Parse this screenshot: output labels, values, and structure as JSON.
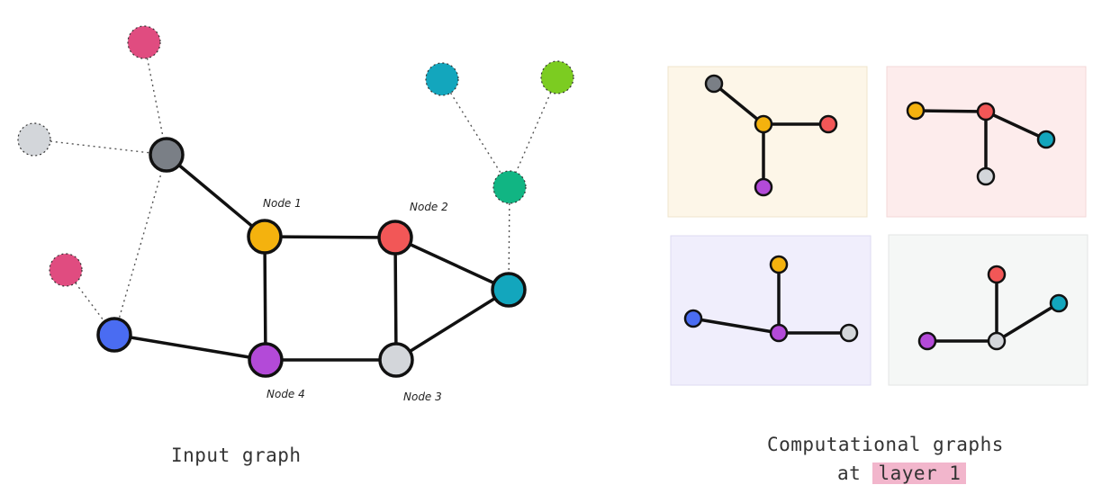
{
  "colors": {
    "orange": "#f4b20e",
    "red": "#f25757",
    "teal": "#13a6bd",
    "grey": "#d3d6da",
    "purple": "#b34ad8",
    "blue": "#4a6cf2",
    "dark_grey": "#7a7f86",
    "pink": "#e04c80",
    "green": "#11b583",
    "lime": "#7ccc21",
    "bg_orange": "#fdf6e8",
    "bg_red": "#fdecec",
    "bg_purple": "#f0eefc",
    "bg_grey": "#f5f7f6"
  },
  "input_graph": {
    "node_labels": {
      "node1": "Node 1",
      "node2": "Node 2",
      "node3": "Node 3",
      "node4": "Node 4"
    },
    "caption": "Input graph"
  },
  "computational": {
    "caption_line1": "Computational graphs",
    "caption_prefix": "at",
    "caption_highlight": "layer 1"
  }
}
